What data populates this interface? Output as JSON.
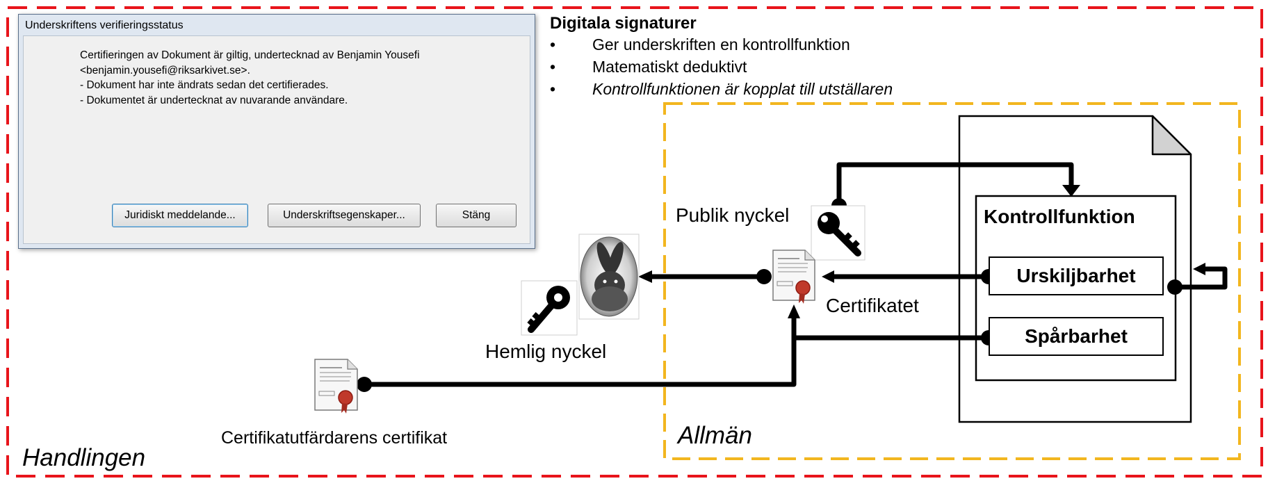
{
  "dialog": {
    "title": "Underskriftens verifieringsstatus",
    "message_lines": [
      "Certifieringen av Dokument är giltig, undertecknad av Benjamin Yousefi",
      "<benjamin.yousefi@riksarkivet.se>.",
      " - Dokument har inte ändrats sedan det certifierades.",
      " - Dokumentet är undertecknat av nuvarande användare."
    ],
    "buttons": {
      "legal": "Juridiskt meddelande...",
      "properties": "Underskriftsegenskaper...",
      "close": "Stäng"
    }
  },
  "bullets": {
    "title": "Digitala signaturer",
    "items": [
      "Ger underskriften en kontrollfunktion",
      "Matematiskt deduktivt",
      "Kontrollfunktionen är kopplat till utställaren"
    ]
  },
  "diagram": {
    "regions": {
      "outer": "Handlingen",
      "inner": "Allmän"
    },
    "labels": {
      "public_key": "Publik nyckel",
      "secret_key": "Hemlig nyckel",
      "certificate": "Certifikatet",
      "ca_certificate": "Certifikatutfärdarens certifikat",
      "control_function": "Kontrollfunktion",
      "distinguishability": "Urskiljbarhet",
      "traceability": "Spårbarhet"
    },
    "colors": {
      "outer_border": "#e8141b",
      "inner_border": "#f2b61f",
      "lines": "#000000"
    }
  }
}
